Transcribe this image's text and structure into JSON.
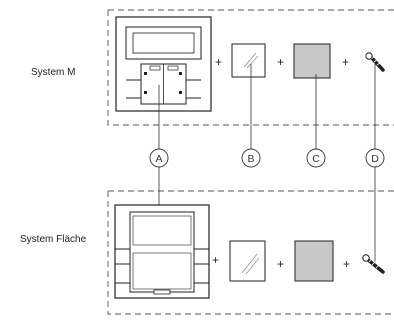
{
  "systems": [
    {
      "label": "System M"
    },
    {
      "label": "System Fläche"
    }
  ],
  "operator": "+",
  "callouts": [
    {
      "letter": "A",
      "part": "rocker-switch-insert"
    },
    {
      "letter": "B",
      "part": "transparent-cover"
    },
    {
      "letter": "C",
      "part": "grey-plate"
    },
    {
      "letter": "D",
      "part": "screw"
    }
  ]
}
